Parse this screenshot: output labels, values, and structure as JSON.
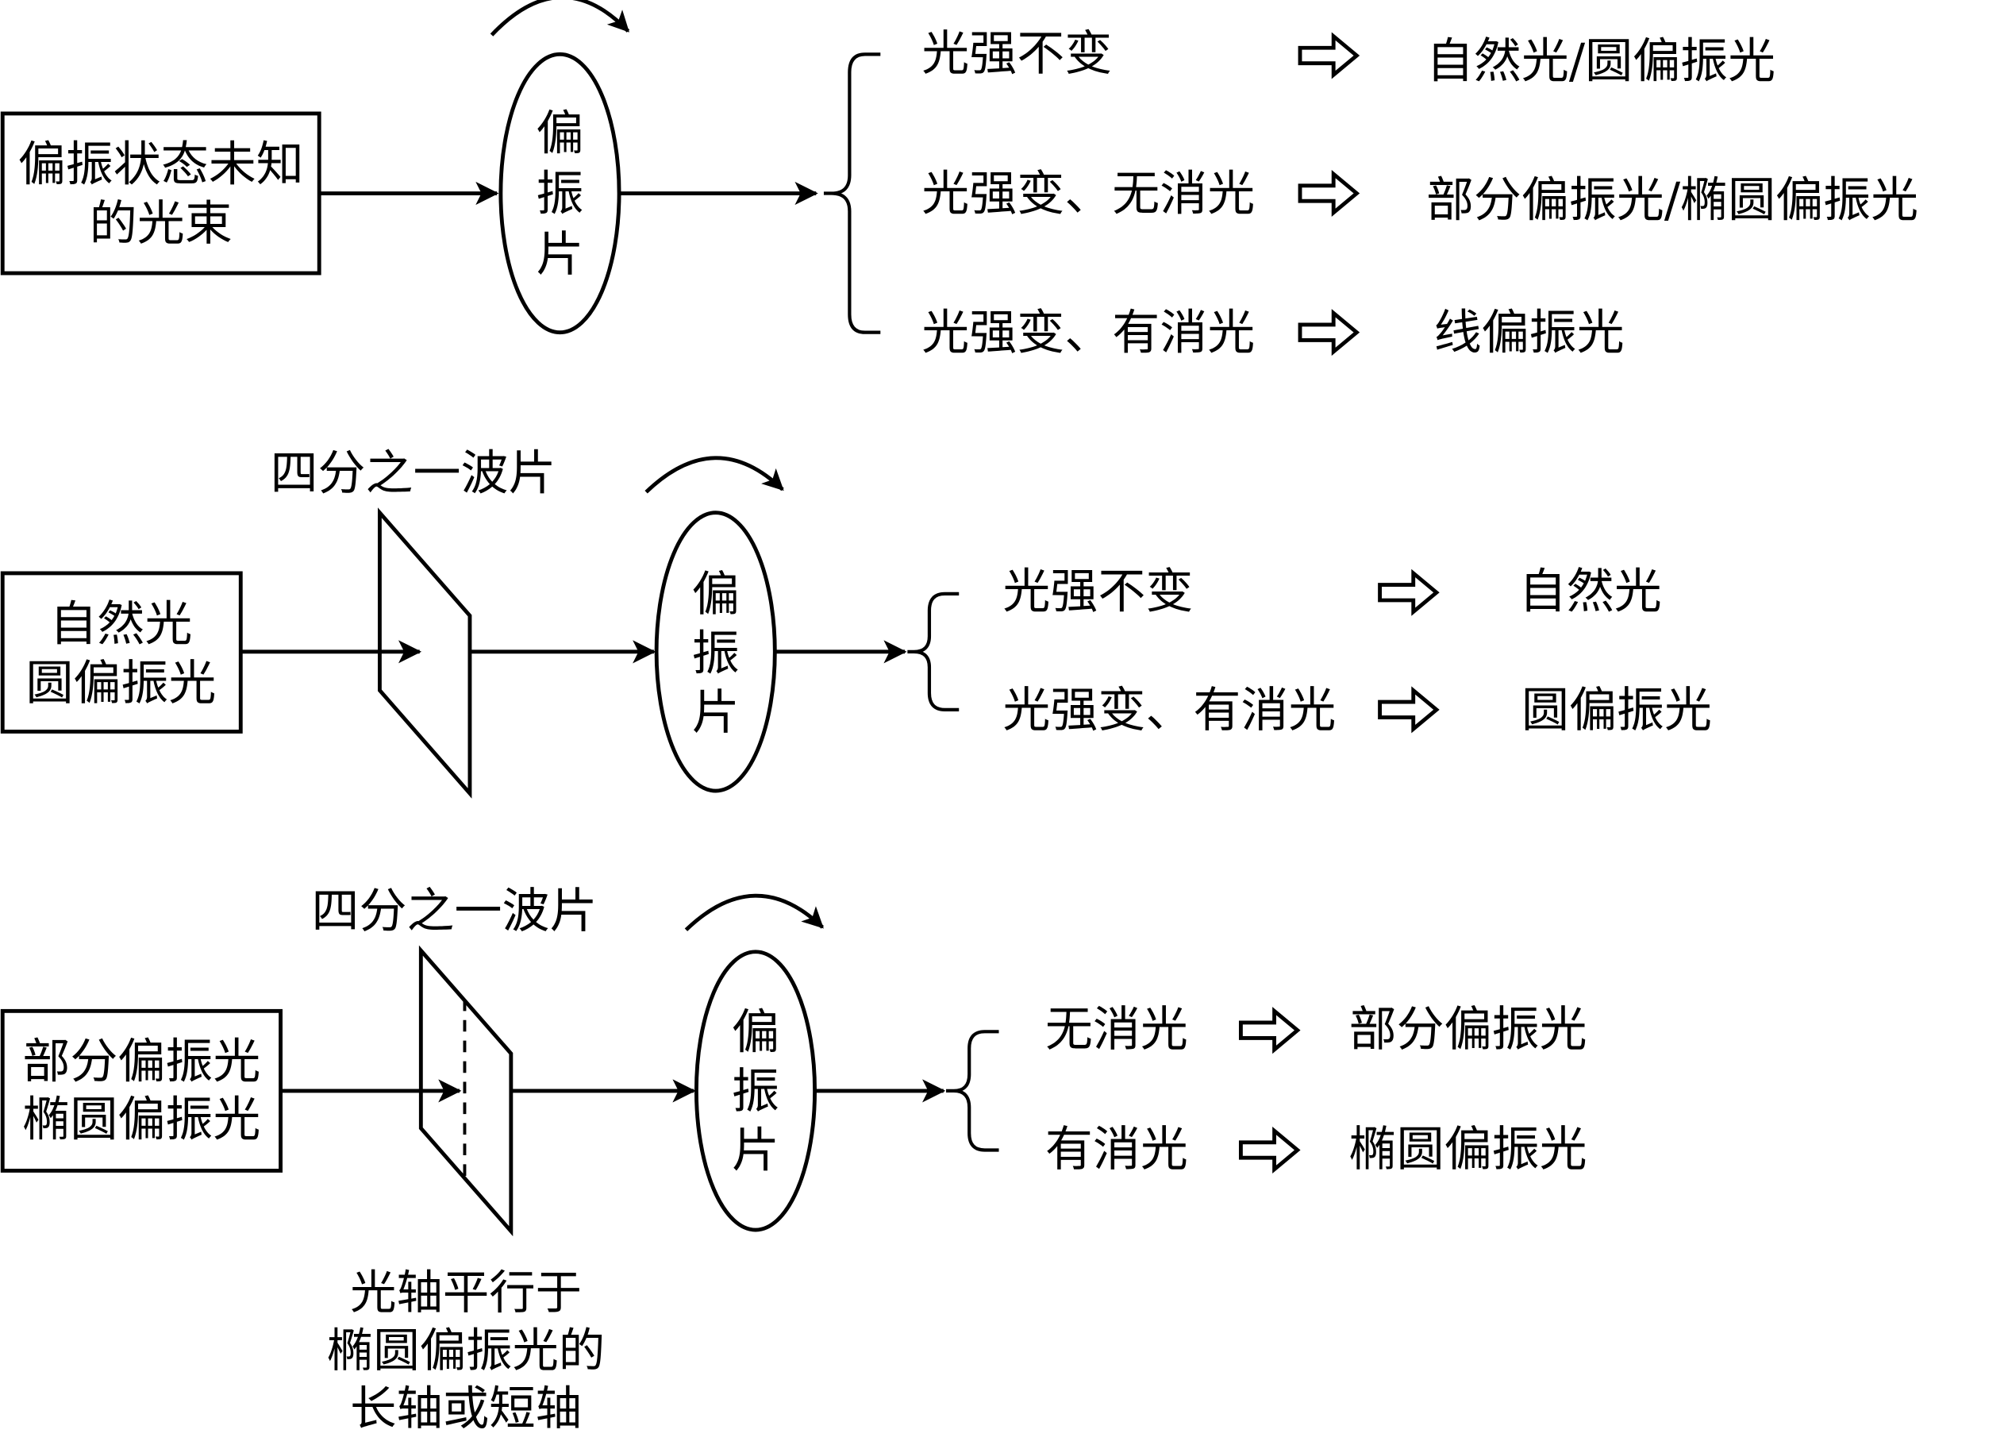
{
  "colors": {
    "ink": "#000000",
    "background": "#ffffff"
  },
  "common": {
    "polarizer_chars": [
      "偏",
      "振",
      "片"
    ],
    "quarter_wave_plate_label": "四分之一波片",
    "result_arrow_icon": "hollow-right-arrow",
    "rotation_icon": "clockwise-rotation-arrow"
  },
  "section1": {
    "source_lines": [
      "偏振状态未知",
      "的光束"
    ],
    "outcomes": [
      {
        "condition": "光强不变",
        "result": "自然光/圆偏振光"
      },
      {
        "condition": "光强变、无消光",
        "result": "部分偏振光/椭圆偏振光"
      },
      {
        "condition": "光强变、有消光",
        "result": "线偏振光"
      }
    ]
  },
  "section2": {
    "source_lines": [
      "自然光",
      "圆偏振光"
    ],
    "waveplate_label": "四分之一波片",
    "outcomes": [
      {
        "condition": "光强不变",
        "result": "自然光"
      },
      {
        "condition": "光强变、有消光",
        "result": "圆偏振光"
      }
    ]
  },
  "section3": {
    "source_lines": [
      "部分偏振光",
      "椭圆偏振光"
    ],
    "waveplate_label": "四分之一波片",
    "waveplate_note_lines": [
      "光轴平行于",
      "椭圆偏振光的",
      "长轴或短轴"
    ],
    "outcomes": [
      {
        "condition": "无消光",
        "result": "部分偏振光"
      },
      {
        "condition": "有消光",
        "result": "椭圆偏振光"
      }
    ]
  }
}
